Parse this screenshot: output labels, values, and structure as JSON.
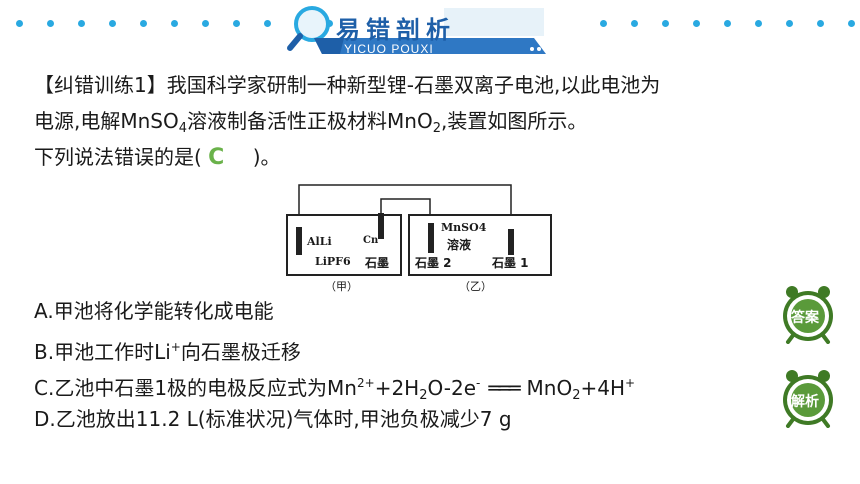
{
  "header": {
    "title": "易错剖析",
    "subtitle": "YICUO POUXI"
  },
  "question": {
    "intro_line1": "【纠错训练1】我国科学家研制一种新型锂-石墨双离子电池,以此电池为",
    "intro_line2_a": "电源,电解MnSO",
    "intro_line2_sub": "4",
    "intro_line2_b": "溶液制备活性正极材料MnO",
    "intro_line2_sub2": "2",
    "intro_line2_c": ",装置如图所示。",
    "prompt_a": "下列说法错误的是(",
    "answer": "C",
    "prompt_b": ")。"
  },
  "diagram": {
    "left_cell": {
      "electrode_left": "AlLi",
      "electrode_right": "Cn",
      "electrolyte": "LiPF6",
      "electrode_right_name": "石墨",
      "caption": "（甲）"
    },
    "right_cell": {
      "solution_line1": "MnSO4",
      "solution_line2": "溶液",
      "electrode_left": "石墨 2",
      "electrode_right": "石墨 1",
      "caption": "（乙）"
    }
  },
  "options": {
    "a": "A.甲池将化学能转化成电能",
    "b_pre": "B.甲池工作时Li",
    "b_sup": "+",
    "b_post": "向石墨极迁移",
    "c_pre": "C.乙池中石墨1极的电极反应式为Mn",
    "c_sup1": "2+",
    "c_mid1": "+2H",
    "c_sub1": "2",
    "c_mid2": "O-2e",
    "c_sup2": "-",
    "c_arrow": "═══",
    "c_mid3": "MnO",
    "c_sub2": "2",
    "c_mid4": "+4H",
    "c_sup3": "+",
    "d": "D.乙池放出11.2 L(标准状况)气体时,甲池负极减少7 g"
  },
  "buttons": {
    "answer_label": "答案",
    "explain_label": "解析"
  },
  "colors": {
    "accent_blue": "#29a9e1",
    "answer_green": "#6ab24a",
    "button_green": "#5a9a3a"
  }
}
